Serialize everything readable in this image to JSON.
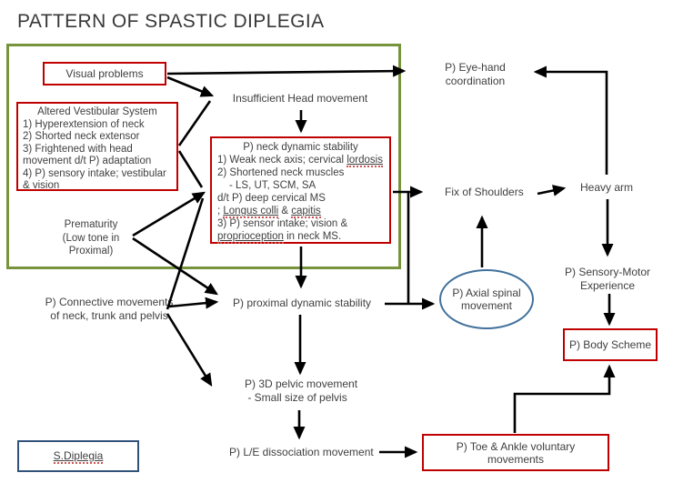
{
  "title": "PATTERN OF SPASTIC DIPLEGIA",
  "colors": {
    "red_box_border": "#c00000",
    "green_frame_border": "#77933c",
    "blue_ellipse_border": "#41719c",
    "blue_box_border": "#31537a",
    "arrow": "#000000",
    "text": "#3f3f3f"
  },
  "boxes": {
    "visual_problems": "Visual problems",
    "altered_vestibular": {
      "line1": "Altered Vestibular System",
      "line2": "1) Hyperextension of neck",
      "line3": "2) Shorted neck extensor",
      "line4": "3) Frightened with head",
      "line5": "movement d/t P) adaptation",
      "line6": "4) P) sensory intake; vestibular",
      "line7": "& vision"
    },
    "neck_stability": {
      "line1": "P) neck dynamic stability",
      "line2_pre": "1) Weak neck axis; cervical ",
      "line2_u": "lordosis",
      "line3": "2) Shortened neck muscles",
      "line4": "- LS, UT, SCM, SA",
      "line5": "d/t P) deep cervical MS",
      "line6_pre": "; ",
      "line6_u1": "Longus colli",
      "line6_mid": " & ",
      "line6_u2": "capitis",
      "line7": "3) P) sensor intake; vision &",
      "line8_u": "proprioception",
      "line8_post": " in neck MS."
    },
    "body_scheme": "P) Body Scheme",
    "toe_ankle": "P) Toe & Ankle voluntary\nmovements",
    "s_diplegia": "S.Diplegia",
    "axial_spinal": "P) Axial spinal\nmovement"
  },
  "labels": {
    "insufficient_head": "Insufficient Head movement",
    "prematurity": "Prematurity\n(Low tone in\nProximal)",
    "connective": "P) Connective movements\nof neck, trunk and pelvis",
    "proximal": "P) proximal dynamic stability",
    "pelvic": "P) 3D pelvic movement\n - Small size of pelvis",
    "le_dissociation": "P) L/E dissociation movement",
    "eye_hand": "P) Eye-hand\ncoordination",
    "fix_shoulders": "Fix of Shoulders",
    "heavy_arm": "Heavy arm",
    "sensory_motor": "P) Sensory-Motor\nExperience"
  }
}
